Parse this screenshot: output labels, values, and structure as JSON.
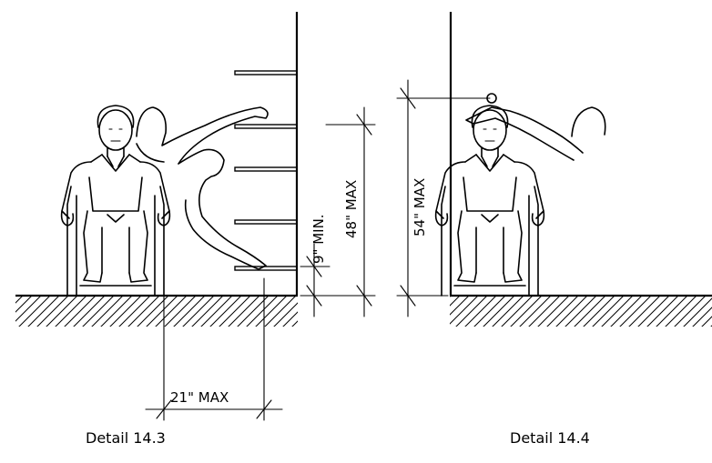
{
  "details": [
    {
      "caption": "Detail 14.3"
    },
    {
      "caption": "Detail 14.4"
    }
  ],
  "dimensions": {
    "reach_side": "21\" MAX",
    "shelf_min": "9\" MIN.",
    "shelf_max": "48\" MAX",
    "high_reach": "54\" MAX"
  }
}
